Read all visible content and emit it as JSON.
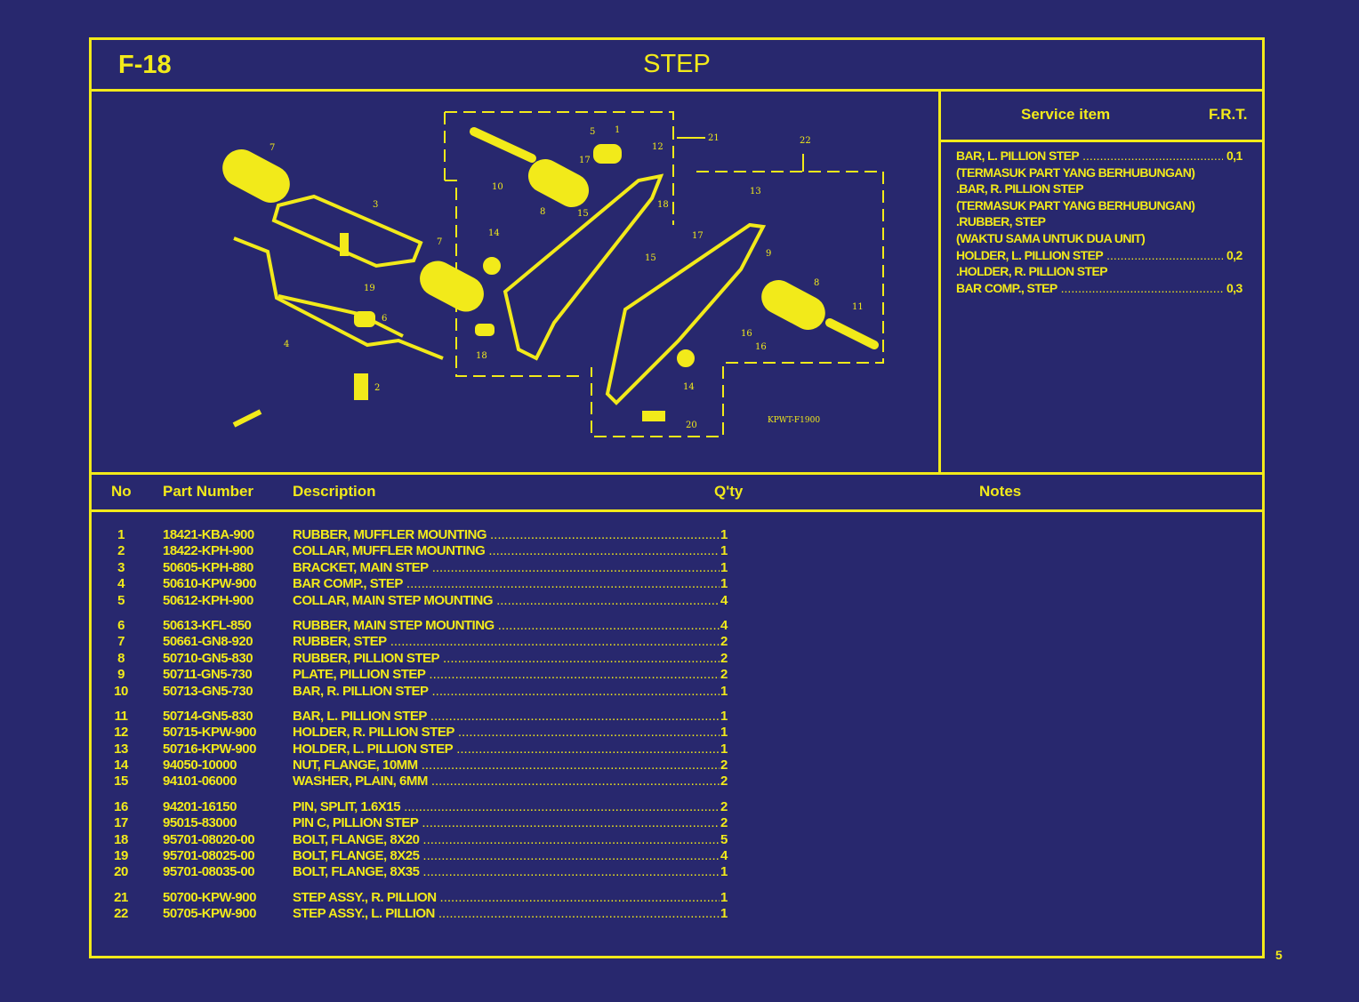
{
  "header": {
    "code": "F-18",
    "title": "STEP"
  },
  "diagram": {
    "code": "KPWT-F1900",
    "callouts": [
      "1",
      "2",
      "3",
      "4",
      "5",
      "6",
      "7",
      "7",
      "8",
      "8",
      "9",
      "10",
      "11",
      "12",
      "13",
      "14",
      "14",
      "15",
      "15",
      "16",
      "16",
      "17",
      "17",
      "18",
      "18",
      "19",
      "20",
      "21",
      "22"
    ]
  },
  "service": {
    "col_item": "Service item",
    "col_frt": "F.R.T.",
    "rows": [
      {
        "text": "BAR, L. PILLION STEP",
        "frt": "0,1"
      },
      {
        "text": "(TERMASUK PART YANG BERHUBUNGAN)",
        "frt": ""
      },
      {
        "text": ".BAR, R. PILLION STEP",
        "frt": ""
      },
      {
        "text": "(TERMASUK PART YANG BERHUBUNGAN)",
        "frt": ""
      },
      {
        "text": ".RUBBER, STEP",
        "frt": ""
      },
      {
        "text": "(WAKTU SAMA UNTUK DUA UNIT)",
        "frt": ""
      },
      {
        "text": "HOLDER, L. PILLION STEP",
        "frt": "0,2"
      },
      {
        "text": ".HOLDER, R. PILLION STEP",
        "frt": ""
      },
      {
        "text": "BAR COMP., STEP",
        "frt": "0,3"
      }
    ]
  },
  "table": {
    "headers": {
      "no": "No",
      "part_number": "Part Number",
      "description": "Description",
      "qty": "Q'ty",
      "notes": "Notes"
    },
    "groups": [
      [
        {
          "no": "1",
          "pn": "18421-KBA-900",
          "desc": "RUBBER, MUFFLER MOUNTING",
          "qty": "1"
        },
        {
          "no": "2",
          "pn": "18422-KPH-900",
          "desc": "COLLAR, MUFFLER MOUNTING",
          "qty": "1"
        },
        {
          "no": "3",
          "pn": "50605-KPH-880",
          "desc": "BRACKET, MAIN STEP",
          "qty": "1"
        },
        {
          "no": "4",
          "pn": "50610-KPW-900",
          "desc": "BAR COMP., STEP",
          "qty": "1"
        },
        {
          "no": "5",
          "pn": "50612-KPH-900",
          "desc": "COLLAR, MAIN STEP MOUNTING",
          "qty": "4"
        }
      ],
      [
        {
          "no": "6",
          "pn": "50613-KFL-850",
          "desc": "RUBBER, MAIN STEP MOUNTING",
          "qty": "4"
        },
        {
          "no": "7",
          "pn": "50661-GN8-920",
          "desc": "RUBBER, STEP",
          "qty": "2"
        },
        {
          "no": "8",
          "pn": "50710-GN5-830",
          "desc": "RUBBER, PILLION STEP",
          "qty": "2"
        },
        {
          "no": "9",
          "pn": "50711-GN5-730",
          "desc": "PLATE, PILLION STEP",
          "qty": "2"
        },
        {
          "no": "10",
          "pn": "50713-GN5-730",
          "desc": "BAR, R. PILLION STEP",
          "qty": "1"
        }
      ],
      [
        {
          "no": "11",
          "pn": "50714-GN5-830",
          "desc": "BAR, L. PILLION STEP",
          "qty": "1"
        },
        {
          "no": "12",
          "pn": "50715-KPW-900",
          "desc": "HOLDER, R. PILLION STEP",
          "qty": "1"
        },
        {
          "no": "13",
          "pn": "50716-KPW-900",
          "desc": "HOLDER, L. PILLION STEP",
          "qty": "1"
        },
        {
          "no": "14",
          "pn": "94050-10000",
          "desc": "NUT, FLANGE, 10MM",
          "qty": "2"
        },
        {
          "no": "15",
          "pn": "94101-06000",
          "desc": "WASHER, PLAIN, 6MM",
          "qty": "2"
        }
      ],
      [
        {
          "no": "16",
          "pn": "94201-16150",
          "desc": "PIN, SPLIT, 1.6X15",
          "qty": "2"
        },
        {
          "no": "17",
          "pn": "95015-83000",
          "desc": "PIN C, PILLION STEP",
          "qty": "2"
        },
        {
          "no": "18",
          "pn": "95701-08020-00",
          "desc": "BOLT, FLANGE, 8X20",
          "qty": "5"
        },
        {
          "no": "19",
          "pn": "95701-08025-00",
          "desc": "BOLT, FLANGE, 8X25",
          "qty": "4"
        },
        {
          "no": "20",
          "pn": "95701-08035-00",
          "desc": "BOLT, FLANGE, 8X35",
          "qty": "1"
        }
      ],
      [
        {
          "no": "21",
          "pn": "50700-KPW-900",
          "desc": "STEP ASSY., R. PILLION",
          "qty": "1"
        },
        {
          "no": "22",
          "pn": "50705-KPW-900",
          "desc": "STEP ASSY., L. PILLION",
          "qty": "1"
        }
      ]
    ]
  },
  "page_mark": "5",
  "colors": {
    "background": "#28286e",
    "ink": "#f2ea1a"
  }
}
